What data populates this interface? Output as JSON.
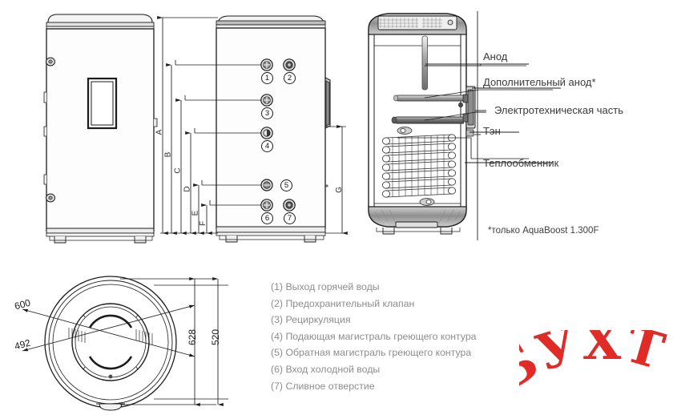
{
  "document": {
    "kind": "technical-drawing",
    "subject": "AquaBoost water heater tank dimensional and sectional drawing",
    "background_color": "#ffffff",
    "line_color": "#1c1c1c",
    "legend_text_color": "#8d8d8d",
    "callout_text_color": "#3a3a3a",
    "watermark_color": "#e02b26"
  },
  "views": {
    "left_elevation": {
      "name": "front-elevation-view"
    },
    "middle_elevation": {
      "name": "side-elevation-dimensioned-view"
    },
    "cutaway": {
      "name": "sectional-cutaway-view"
    },
    "top_plan": {
      "name": "top-plan-view"
    }
  },
  "port_callouts": [
    {
      "id": "1",
      "label": "1"
    },
    {
      "id": "2",
      "label": "2"
    },
    {
      "id": "3",
      "label": "3"
    },
    {
      "id": "4",
      "label": "4"
    },
    {
      "id": "5",
      "label": "5"
    },
    {
      "id": "6",
      "label": "6"
    },
    {
      "id": "7",
      "label": "7"
    }
  ],
  "dimension_letters": [
    {
      "id": "A",
      "label": "A"
    },
    {
      "id": "B",
      "label": "B"
    },
    {
      "id": "C",
      "label": "C"
    },
    {
      "id": "D",
      "label": "D"
    },
    {
      "id": "E",
      "label": "E"
    },
    {
      "id": "F",
      "label": "F"
    },
    {
      "id": "G",
      "label": "G"
    }
  ],
  "plan_dimensions": {
    "diameter_outer": "600",
    "diameter_inner": "492",
    "height_outer": "628",
    "height_inner": "520"
  },
  "cutaway_labels": [
    {
      "id": "anode",
      "label": "Анод"
    },
    {
      "id": "additional-anode",
      "label": "Дополнительный анод*"
    },
    {
      "id": "electrical-part",
      "label": "Электротехническая часть"
    },
    {
      "id": "heating-element",
      "label": "Тэн"
    },
    {
      "id": "heat-exchanger",
      "label": "Теплообменник"
    }
  ],
  "footnote": "*только AquaBoost 1.300F",
  "legend": {
    "items": [
      "(1) Выход горячей воды",
      "(2) Предохранительный клапан",
      "(3) Рециркуляция",
      "(4) Подающая магистраль греющего контура",
      "(5) Обратная магистраль греющего контура",
      "(6) Вход холодной воды",
      "(7) Сливное отверстие"
    ]
  },
  "watermark": {
    "text": "БУХТА"
  }
}
